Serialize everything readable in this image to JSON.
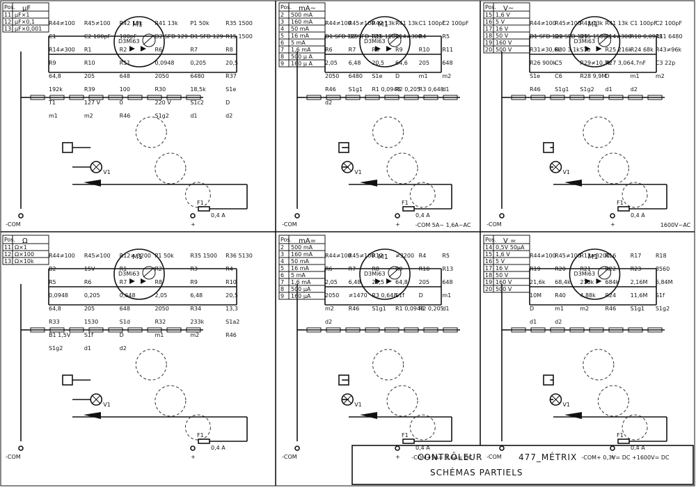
{
  "title": {
    "line1": "CONTRÔLEUR",
    "model": "477_MÉTRIX",
    "line2": "SCHÉMAS PARTIELS"
  },
  "common": {
    "pos_header": "Pos.",
    "meter": "M1",
    "meter_diode": "D3Mi63",
    "com": "-COM",
    "plus": "+",
    "fuse": "F1",
    "fuse_value": "0,4 A",
    "lamp": "V1"
  },
  "panels": [
    {
      "unit": "µF",
      "table": [
        [
          "11",
          "µF×1"
        ],
        [
          "12",
          "µF×0,1"
        ],
        [
          "13",
          "µF×0,001"
        ]
      ],
      "labels": [
        "R44≠100",
        "R45≠100",
        "R42 13k",
        "R41 13k",
        "P1 50k",
        "R35 1500",
        "C1",
        "C2 100pF",
        "100pF",
        "D2 SFD 129",
        "D1 SFD 129",
        "R15 1500",
        "R14≠300",
        "R1",
        "R2",
        "R6",
        "R7",
        "R8",
        "R9",
        "R10",
        "R11",
        "0,0948",
        "0,205",
        "20,5",
        "64,8",
        "205",
        "648",
        "2050",
        "6480",
        "R37",
        "192k",
        "R39",
        "100",
        "R30",
        "18,5k",
        "S1e",
        "T1",
        "127 V",
        "0",
        "220 V",
        "S1c2",
        "D",
        "m1",
        "m2",
        "R46",
        "S1g2",
        "d1",
        "d2"
      ],
      "bottom": ""
    },
    {
      "unit": "mA~",
      "table": [
        [
          "2",
          "500 mA"
        ],
        [
          "3",
          "160 mA"
        ],
        [
          "4",
          "50 mA"
        ],
        [
          "5",
          "16 mA"
        ],
        [
          "6",
          "5 mA"
        ],
        [
          "7",
          "1,6 mA"
        ],
        [
          "8",
          "500 µ A"
        ],
        [
          "9",
          "160 µ A"
        ]
      ],
      "labels": [
        "R44≠100",
        "R45≠100",
        "R42 13k",
        "R41 13k",
        "C1 100pF",
        "C2 100pF",
        "D1 SFD 129",
        "D2 SFD 129",
        "R15 1500",
        "R14≠300",
        "R4",
        "R5",
        "R6",
        "R7",
        "R8",
        "R9",
        "R10",
        "R11",
        "2,05",
        "6,48",
        "20,5",
        "64,6",
        "205",
        "648",
        "2050",
        "6480",
        "S1e",
        "D",
        "m1",
        "m2",
        "R46",
        "S1g1",
        "R1 0,0948",
        "R2 0,205",
        "R3 0,648",
        "d1",
        "d2"
      ],
      "bottom": "-COM 5A~ 1,6A~AC"
    },
    {
      "unit": "V~",
      "table": [
        [
          "15",
          "1,6 V"
        ],
        [
          "16",
          "5 V"
        ],
        [
          "17",
          "16 V"
        ],
        [
          "18",
          "50 V"
        ],
        [
          "19",
          "160 V"
        ],
        [
          "20",
          "500 V"
        ]
      ],
      "labels": [
        "R44≠100",
        "R45≠100",
        "R42 13k",
        "R41 13k",
        "C1 100pF",
        "C2 100pF",
        "D1 SFD 129",
        "D2 SFD 129",
        "R15 1500",
        "R14≠300",
        "R10 0,0948",
        "R11 6480",
        "R31≠30,6k",
        "R30 3,1k",
        "S1b",
        "R25 216k",
        "R24 68k",
        "R43≠96k",
        "R26 900k",
        "C5",
        "R29≠10,3k",
        "R27 3,06",
        "4,7nF",
        "C3 22p",
        "S1e",
        "C6",
        "R28 9,9M",
        "D",
        "m1",
        "m2",
        "R46",
        "S1g1",
        "S1g2",
        "d1",
        "d2"
      ],
      "bottom": "1600V~AC"
    },
    {
      "unit": "Ω",
      "table": [
        [
          "11",
          "Ω×1"
        ],
        [
          "12",
          "Ω×100"
        ],
        [
          "13",
          "Ω×10k"
        ]
      ],
      "labels": [
        "R44≠100",
        "R45≠100",
        "R12≠ 3200",
        "P1 50k",
        "R35 1500",
        "R36 5130",
        "B2",
        "15V",
        "R1",
        "R2",
        "R3",
        "R4",
        "R5",
        "R6",
        "R7",
        "R8",
        "R9",
        "R10",
        "0,0948",
        "0,205",
        "0,648",
        "2,05",
        "6,48",
        "20,5",
        "64,8",
        "205",
        "648",
        "2050",
        "R34",
        "13,3",
        "R33",
        "1530",
        "S1d",
        "R32",
        "233k",
        "S1a2",
        "B1 1,5V",
        "S1f",
        "D",
        "m1",
        "m2",
        "R46",
        "S1g2",
        "d1",
        "d2"
      ],
      "bottom": ""
    },
    {
      "unit": "mA=",
      "table": [
        [
          "2",
          "500 mA"
        ],
        [
          "3",
          "160 mA"
        ],
        [
          "4",
          "50 mA"
        ],
        [
          "5",
          "16 mA"
        ],
        [
          "6",
          "5 mA"
        ],
        [
          "7",
          "1,6 mA"
        ],
        [
          "8",
          "500 µA"
        ],
        [
          "9",
          "160 µA"
        ]
      ],
      "labels": [
        "R44≠100",
        "R45≠100",
        "R12",
        "≠3200",
        "R4",
        "R5",
        "R6",
        "R7",
        "R8",
        "R9",
        "R10",
        "R13",
        "2,05",
        "6,48",
        "20,5",
        "64,8",
        "205",
        "648",
        "2050",
        "≠1470",
        "R3 0,648",
        "S1f",
        "D",
        "m1",
        "m2",
        "R46",
        "S1g1",
        "R1 0,0948",
        "R2 0,205",
        "d1",
        "d2"
      ],
      "bottom": "-COM+5A= 1,6A= DC"
    },
    {
      "unit": "V =",
      "table": [
        [
          "14",
          "0,5V 50µA"
        ],
        [
          "15",
          "1,6 V"
        ],
        [
          "16",
          "5 V"
        ],
        [
          "17",
          "16 V"
        ],
        [
          "18",
          "50 V"
        ],
        [
          "19",
          "160 V"
        ],
        [
          "20",
          "500 V"
        ]
      ],
      "labels": [
        "R44≠100",
        "R45≠100",
        "R12≠3200",
        "R16",
        "R17",
        "R18",
        "R19",
        "R20",
        "R21",
        "R22",
        "R23",
        "8560",
        "21,6k",
        "68,4k",
        "216k",
        "684k",
        "2,16M",
        "6,84M",
        "10M",
        "R40",
        "4,88k",
        "R24",
        "11,6M",
        "S1f",
        "D",
        "m1",
        "m2",
        "R46",
        "S1g1",
        "S1g2",
        "d1",
        "d2"
      ],
      "bottom": "-COM+ 0,3V= DC     +1600V= DC"
    }
  ]
}
